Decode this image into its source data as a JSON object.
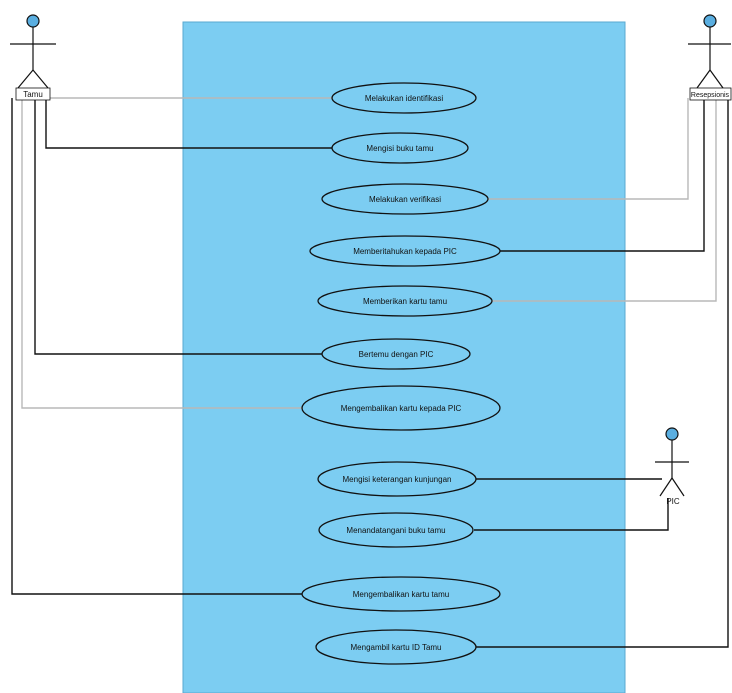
{
  "colors": {
    "system_fill": "#7ccdf2",
    "usecase_fill": "#7ccdf2",
    "outline": "#111111",
    "actor_head": "#5aaee0",
    "link_dark": "#111111",
    "link_light": "#b8b8b8"
  },
  "actors": {
    "left": {
      "label": "Tamu"
    },
    "right": {
      "label": "Resepsionis"
    },
    "bottom": {
      "label": "PIC"
    }
  },
  "use_cases": [
    {
      "label": "Melakukan identifikasi"
    },
    {
      "label": "Mengisi buku tamu"
    },
    {
      "label": "Melakukan verifikasi"
    },
    {
      "label": "Memberitahukan kepada PIC"
    },
    {
      "label": "Memberikan kartu tamu"
    },
    {
      "label": "Bertemu dengan PIC"
    },
    {
      "label": "Mengembalikan kartu kepada PIC"
    },
    {
      "label": "Mengisi keterangan kunjungan"
    },
    {
      "label": "Menandatangani buku tamu"
    },
    {
      "label": "Mengembalikan kartu tamu"
    },
    {
      "label": "Mengambil kartu ID Tamu"
    }
  ]
}
